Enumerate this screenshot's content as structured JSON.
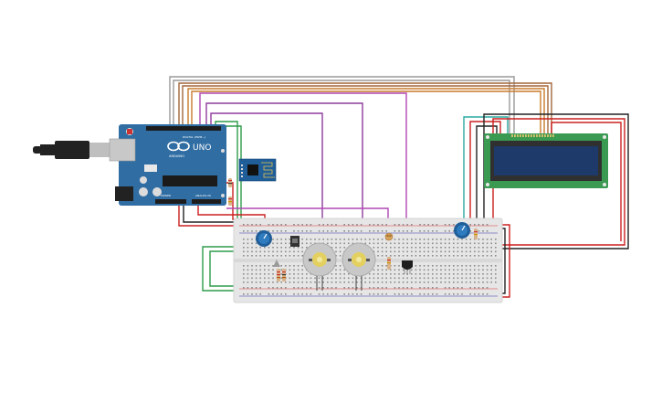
{
  "board": {
    "brand": "ARDUINO",
    "model": "UNO",
    "digital_label": "DIGITAL (PWM~)",
    "analog_label": "ANALOG IN",
    "power_label": "POWER",
    "color": "#2f6da3"
  },
  "lcd": {
    "pcb_color": "#3a9a52",
    "screen_color": "#1d3a6a"
  },
  "breadboard": {
    "color": "#e6e6e6"
  },
  "wires": {
    "gray": "#9a9a9a",
    "brown": "#a3673a",
    "orange": "#c77a2c",
    "purple": "#8e3b9e",
    "magenta": "#b148b4",
    "red": "#cc2020",
    "black": "#222222",
    "green": "#2f9c4a",
    "teal": "#2aa7a0"
  },
  "components": {
    "potentiometer_left": "potentiometer",
    "potentiometer_right": "potentiometer",
    "motor_1": "dc-motor",
    "motor_2": "dc-motor",
    "wifi_module": "esp8266",
    "usb": "usb-cable",
    "temperature_sensor": "temperature-sensor",
    "photoresistor": "photoresistor",
    "transistor": "transistor"
  }
}
